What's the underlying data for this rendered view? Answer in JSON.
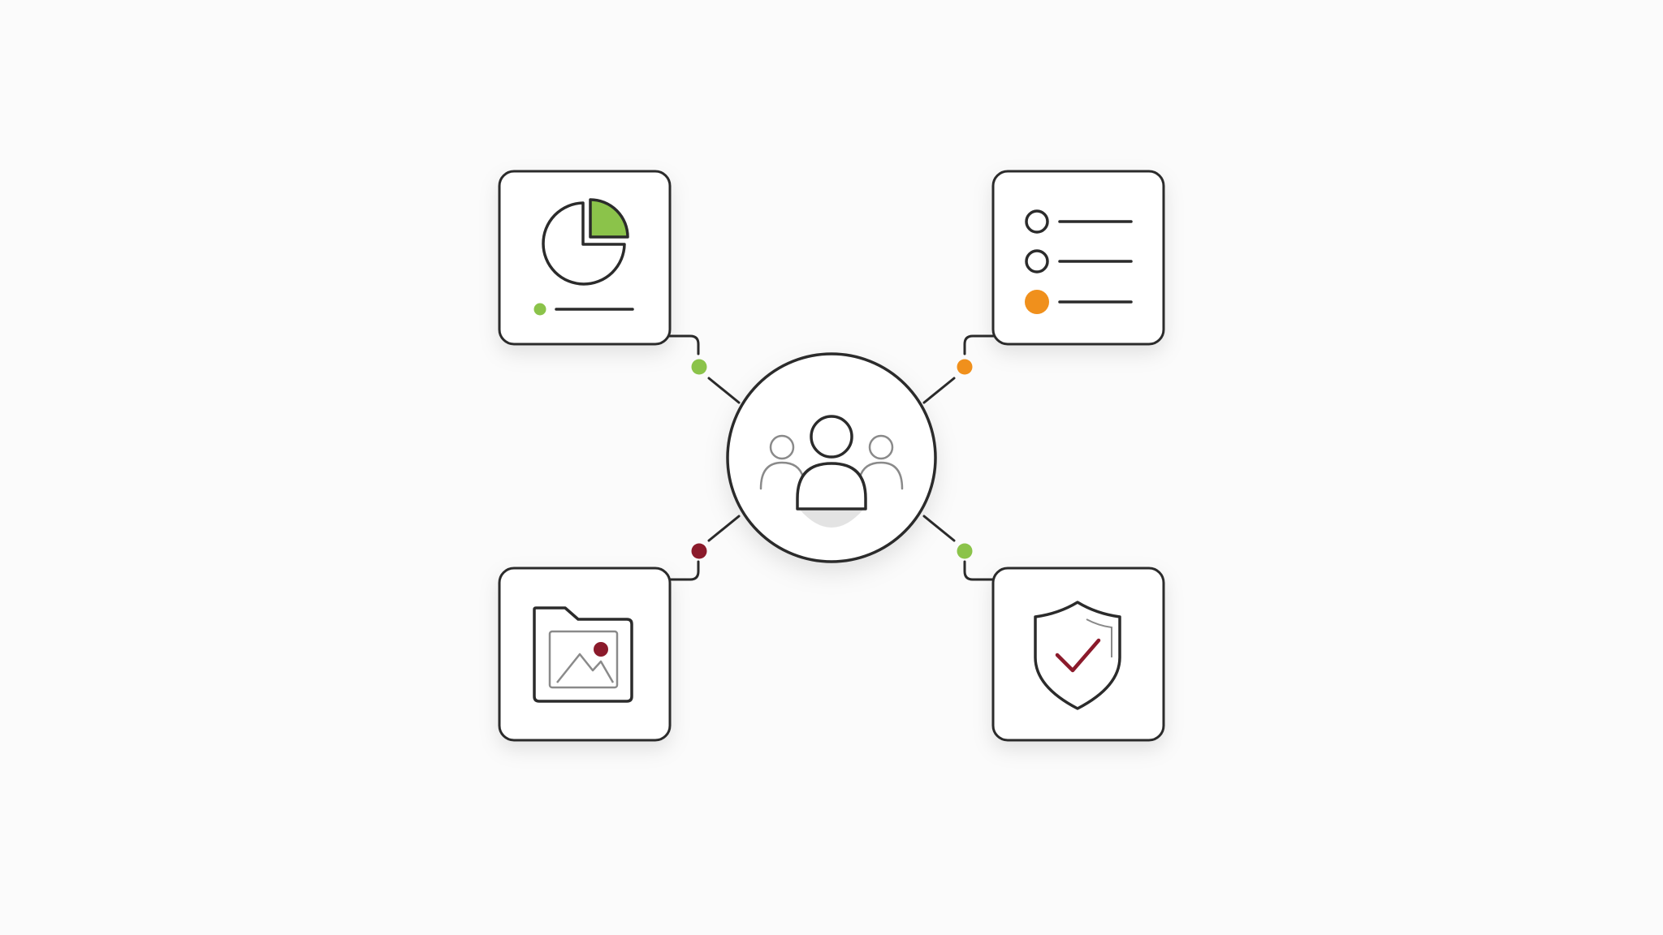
{
  "colors": {
    "background": "#fbfbfb",
    "outline": "#2b2b2b",
    "muted_outline": "#8a8a8a",
    "green": "#8bc34a",
    "orange": "#f0901c",
    "maroon": "#8b1a2b",
    "hub_shadow": "#e3e3e3"
  },
  "nodes": [
    {
      "id": "analytics",
      "icon": "pie-chart-icon",
      "connector_color": "green"
    },
    {
      "id": "checklist",
      "icon": "checklist-icon",
      "connector_color": "orange"
    },
    {
      "id": "media",
      "icon": "image-folder-icon",
      "connector_color": "maroon"
    },
    {
      "id": "security",
      "icon": "shield-check-icon",
      "connector_color": "green"
    }
  ],
  "hub": {
    "icon": "team-users-icon"
  }
}
